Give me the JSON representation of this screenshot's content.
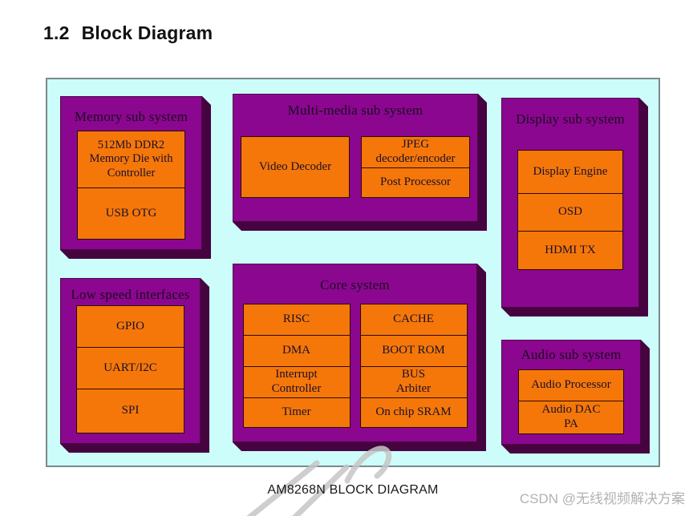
{
  "page": {
    "heading_number": "1.2",
    "heading_title": "Block Diagram",
    "caption": "AM8268N BLOCK DIAGRAM",
    "watermark_credit": "CSDN @无线视频解决方案"
  },
  "colors": {
    "group_fill": "#8B0790",
    "group_shadow": "#45043F",
    "block_fill": "#F5770A",
    "canvas_fill": "#CDFDFB",
    "canvas_border": "#7A8A8A",
    "watermark_gray": "#C6C6C6"
  },
  "diagram": {
    "groups": [
      {
        "id": "memory",
        "label": "Memory sub system",
        "columns": [
          [
            "512Mb DDR2\nMemory Die with\nController",
            "USB OTG"
          ]
        ]
      },
      {
        "id": "multimedia",
        "label": "Multi-media sub system",
        "columns": [
          [
            "Video Decoder"
          ],
          [
            "JPEG\ndecoder/encoder",
            "Post Processor"
          ]
        ]
      },
      {
        "id": "display",
        "label": "Display sub system",
        "columns": [
          [
            "Display Engine",
            "OSD",
            "HDMI TX"
          ]
        ]
      },
      {
        "id": "lowspeed",
        "label": "Low speed interfaces",
        "columns": [
          [
            "GPIO",
            "UART/I2C",
            "SPI"
          ]
        ]
      },
      {
        "id": "core",
        "label": "Core system",
        "columns": [
          [
            "RISC",
            "DMA",
            "Interrupt\nController",
            "Timer"
          ],
          [
            "CACHE",
            "BOOT ROM",
            "BUS\nArbiter",
            "On chip SRAM"
          ]
        ]
      },
      {
        "id": "audio",
        "label": "Audio sub system",
        "columns": [
          [
            "Audio Processor",
            "Audio DAC\nPA"
          ]
        ]
      }
    ]
  }
}
